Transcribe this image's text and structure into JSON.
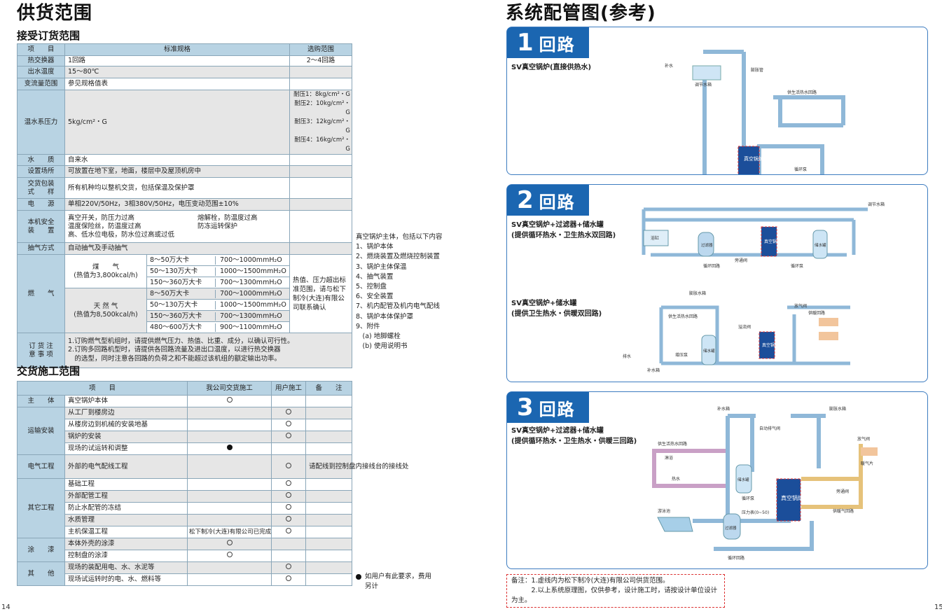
{
  "left": {
    "title": "供货范围",
    "order": {
      "heading": "接受订货范围",
      "h_item": "项　　目",
      "h_std": "标准规格",
      "h_opt": "选购范围",
      "r1": {
        "l": "热交换器",
        "v": "1回路",
        "o": "2～4回路"
      },
      "r2": {
        "l": "出水温度",
        "v": "15～80℃"
      },
      "r3": {
        "l": "变流量范围",
        "v": "参见规格值表"
      },
      "r4": {
        "l": "温水系压力",
        "v": "5kg/cm²・G",
        "o1": "耐压1：8kg/cm²・G",
        "o2": "耐压2：10kg/cm²・G",
        "o3": "耐压3：12kg/cm²・G",
        "o4": "耐压4：16kg/cm²・G"
      },
      "r5": {
        "l": "水　　质",
        "v": "自来水"
      },
      "r6": {
        "l": "设置场所",
        "v": "可放置在地下室，地面，楼层中及屋顶机房中"
      },
      "r7": {
        "l1": "交货包装",
        "l2": "式　　样",
        "v": "所有机种均以整机交货，包括保温及保护罩"
      },
      "r8": {
        "l": "电　　源",
        "v": "单相220V/50Hz，3相380V/50Hz，电压变动范围±10%"
      },
      "r9": {
        "l1": "本机安全",
        "l2": "装　　置",
        "a": "真空开关，防压力过高",
        "b": "熔解栓，防温度过高",
        "c": "温度保险丝，防温度过高",
        "d": "防冻运转保护",
        "e": "高、低水位电极，防水位过高或过低"
      },
      "r10": {
        "l": "抽气方式",
        "v": "自动抽气及手动抽气"
      },
      "fuel": {
        "l": "燃　　气",
        "coal": "煤　　气",
        "coal_heat": "(热值为3,800kcal/h)",
        "nat": "天 然 气",
        "nat_heat": "(热值为8,500kcal/h)",
        "coal_rows": [
          [
            "8～50万大卡",
            "700～1000mmH₂O"
          ],
          [
            "50～130万大卡",
            "1000～1500mmH₂O"
          ],
          [
            "150～360万大卡",
            "700～1300mmH₂O"
          ]
        ],
        "nat_rows": [
          [
            "8～50万大卡",
            "700～1000mmH₂O"
          ],
          [
            "50～130万大卡",
            "1000～1500mmH₂O"
          ],
          [
            "150～360万大卡",
            "700～1300mmH₂O"
          ],
          [
            "480～600万大卡",
            "900～1100mmH₂O"
          ]
        ],
        "note": "热值、压力超出标准范围，请与松下制冷(大连)有限公司联系确认"
      },
      "r12": {
        "l1": "订 货 注",
        "l2": "意 事 项",
        "n1": "1.订购燃气型机组时，请提供燃气压力、热值、比重、成分，以确认可行性。",
        "n2": "2.订购多回路机型时，请提供各回路流量及进出口温度，以进行热交换器",
        "n3": "　的选型，同时注意各回路的负荷之和不能超过该机组的额定输出功率。"
      }
    },
    "side_list": [
      "真空锅炉主体，包括以下内容",
      "1、锅炉本体",
      "2、燃烧装置及燃烧控制装置",
      "3、锅炉主体保温",
      "4、抽气装置",
      "5、控制盘",
      "6、安全装置",
      "7、机内配管及机内电气配线",
      "8、锅炉本体保护罩",
      "9、附件",
      "　(a) 地脚螺栓",
      "　(b) 使用说明书"
    ],
    "construct": {
      "heading": "交货施工范围",
      "h_item": "项　　目",
      "h_co": "我公司交货施工",
      "h_user": "用户施工",
      "h_note": "备　　注",
      "g1": "主　　体",
      "g1r1": "真空锅炉本体",
      "g2": "运输安装",
      "g2r": [
        "从工厂到楼房边",
        "从楼房边到机械的安装地基",
        "锅炉的安装",
        "现场的试运转和调整"
      ],
      "g3": "电气工程",
      "g3r1": "外部的电气配线工程",
      "g3note": "请配线到控制盘内接线台的接线处",
      "g4": "其它工程",
      "g4r": [
        "基础工程",
        "外部配管工程",
        "防止水配管的冻结",
        "水质管理",
        "主机保温工程"
      ],
      "g4co5": "松下制冷(大连)有限公司已完成",
      "g5": "涂　　漆",
      "g5r": [
        "本体外壳的涂漆",
        "控制盘的涂漆"
      ],
      "g6": "其　　他",
      "g6r": [
        "现场的装配用电、水、水泥等",
        "现场试运转时的电、水、燃料等"
      ]
    },
    "footnote": "如用户有此要求，费用另计",
    "page": "14"
  },
  "right": {
    "title": "系统配管图(参考)",
    "p1": {
      "num": "1",
      "word": "回路",
      "line1": "SV真空锅炉(直接供热水)"
    },
    "p2": {
      "num": "2",
      "word": "回路",
      "a1": "SV真空锅炉+过滤器+储水罐",
      "a2": "(提供循环热水・卫生热水双回路)",
      "b1": "SV真空锅炉+储水罐",
      "b2": "(提供卫生热水・供暖双回路)"
    },
    "p3": {
      "num": "3",
      "word": "回路",
      "a1": "SV真空锅炉+过滤器+储水罐",
      "a2": "(提供循环热水・卫生热水・供暖三回路)"
    },
    "diag": {
      "boiler": "真空锅炉",
      "tank": "储水罐",
      "filter": "过滤器",
      "pump": "循环泵",
      "bypass": "旁通阀",
      "makeup": "补水",
      "tank_reg": "调节水箱",
      "exp": "膨胀管",
      "supply": "供生活热水回路",
      "bath": "浴缸",
      "pool": "游泳池",
      "heat": "供暖回路",
      "radiator": "暖气片",
      "overflow": "溢流阀",
      "vent": "放气阀",
      "pressure": "压力表(0~50)",
      "shower": "淋浴",
      "hot": "热水",
      "exp_tank": "膨胀水箱",
      "makeup_tank": "补水箱",
      "return": "循环回路",
      "heat_circ": "供暖气回路",
      "auto": "自动排气阀",
      "wv": "排水",
      "pump2": "增压泵"
    },
    "note1": "备注：1.虚线内为松下制冷(大连)有限公司供货范围。",
    "note2": "　　　2.以上系统原理图，仅供参考，设计施工时，请按设计单位设计为主。",
    "page": "15"
  }
}
